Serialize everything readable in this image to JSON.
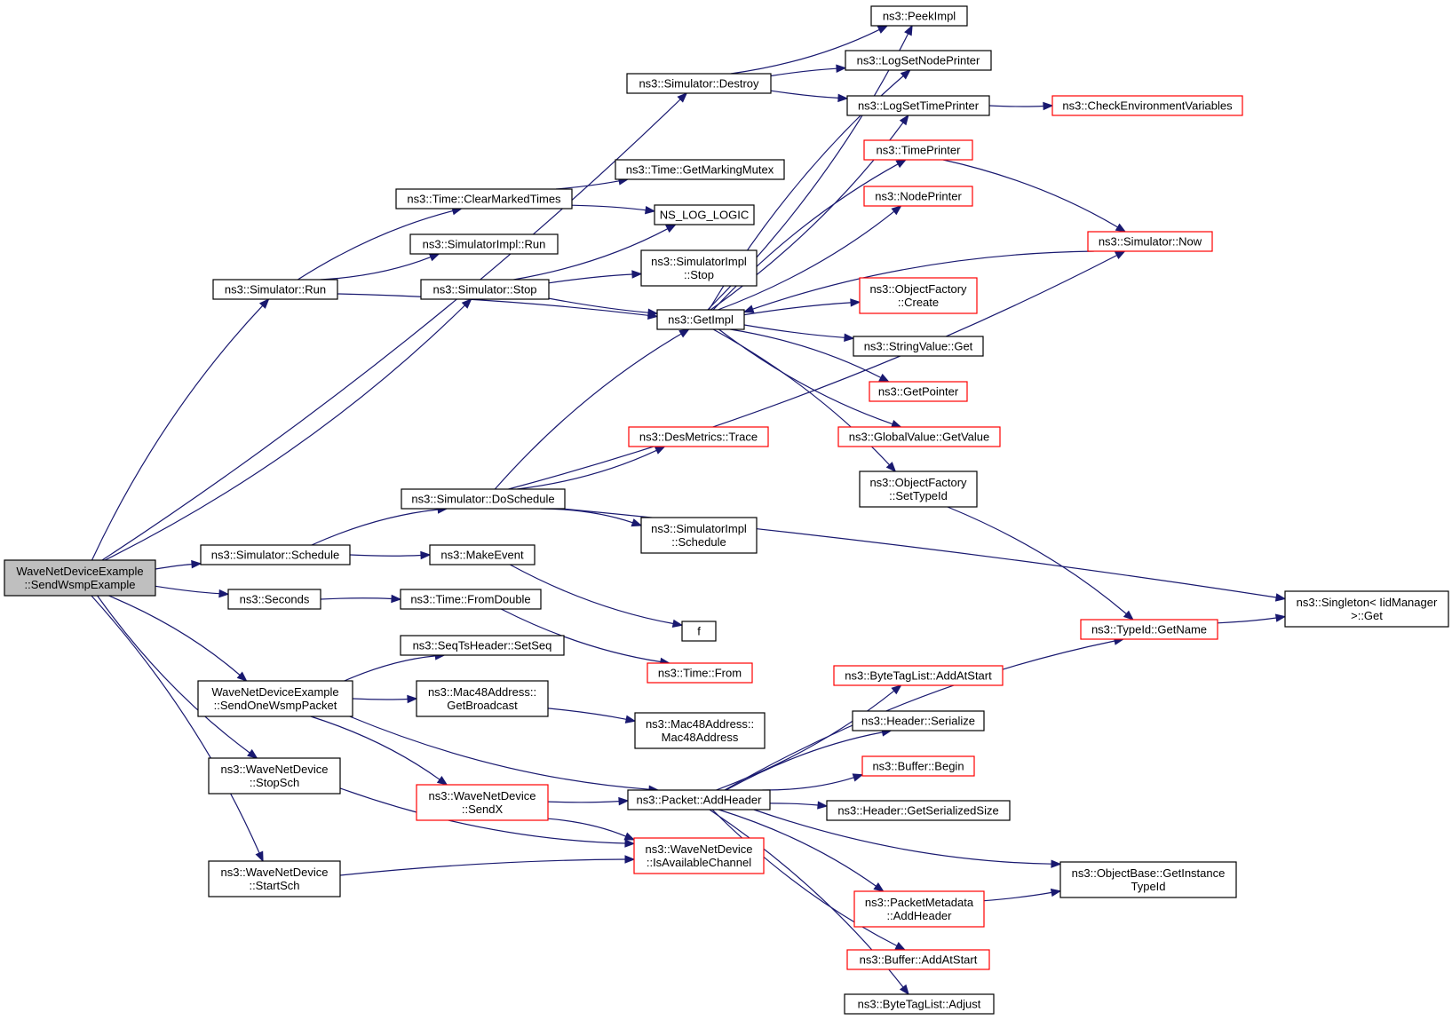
{
  "nodes": [
    {
      "id": "root",
      "lines": [
        "WaveNetDeviceExample",
        "::SendWsmpExample"
      ],
      "style": "root"
    },
    {
      "id": "n_schedule",
      "lines": [
        "ns3::Simulator::Schedule"
      ],
      "style": "normal"
    },
    {
      "id": "n_seconds",
      "lines": [
        "ns3::Seconds"
      ],
      "style": "normal"
    },
    {
      "id": "n_sendone",
      "lines": [
        "WaveNetDeviceExample",
        "::SendOneWsmpPacket"
      ],
      "style": "normal"
    },
    {
      "id": "n_stopsch",
      "lines": [
        "ns3::WaveNetDevice",
        "::StopSch"
      ],
      "style": "normal"
    },
    {
      "id": "n_startsch",
      "lines": [
        "ns3::WaveNetDevice",
        "::StartSch"
      ],
      "style": "normal"
    },
    {
      "id": "n_run",
      "lines": [
        "ns3::Simulator::Run"
      ],
      "style": "normal"
    },
    {
      "id": "n_destroy",
      "lines": [
        "ns3::Simulator::Destroy"
      ],
      "style": "normal"
    },
    {
      "id": "n_stop",
      "lines": [
        "ns3::Simulator::Stop"
      ],
      "style": "normal"
    },
    {
      "id": "n_clearmarked",
      "lines": [
        "ns3::Time::ClearMarkedTimes"
      ],
      "style": "normal"
    },
    {
      "id": "n_simimplrun",
      "lines": [
        "ns3::SimulatorImpl::Run"
      ],
      "style": "normal"
    },
    {
      "id": "n_doschedule",
      "lines": [
        "ns3::Simulator::DoSchedule"
      ],
      "style": "normal"
    },
    {
      "id": "n_makeevent",
      "lines": [
        "ns3::MakeEvent"
      ],
      "style": "normal"
    },
    {
      "id": "n_fromdouble",
      "lines": [
        "ns3::Time::FromDouble"
      ],
      "style": "normal"
    },
    {
      "id": "n_setseq",
      "lines": [
        "ns3::SeqTsHeader::SetSeq"
      ],
      "style": "normal"
    },
    {
      "id": "n_getbroadcast",
      "lines": [
        "ns3::Mac48Address::",
        "GetBroadcast"
      ],
      "style": "normal"
    },
    {
      "id": "n_sendx",
      "lines": [
        "ns3::WaveNetDevice",
        "::SendX"
      ],
      "style": "truncated"
    },
    {
      "id": "n_getmarkingmutex",
      "lines": [
        "ns3::Time::GetMarkingMutex"
      ],
      "style": "normal"
    },
    {
      "id": "n_nslog",
      "lines": [
        "NS_LOG_LOGIC"
      ],
      "style": "normal"
    },
    {
      "id": "n_simimplstop",
      "lines": [
        "ns3::SimulatorImpl",
        "::Stop"
      ],
      "style": "normal"
    },
    {
      "id": "n_getimpl",
      "lines": [
        "ns3::GetImpl"
      ],
      "style": "normal"
    },
    {
      "id": "n_destrace",
      "lines": [
        "ns3::DesMetrics::Trace"
      ],
      "style": "truncated"
    },
    {
      "id": "n_simimplschedule",
      "lines": [
        "ns3::SimulatorImpl",
        "::Schedule"
      ],
      "style": "normal"
    },
    {
      "id": "n_f",
      "lines": [
        "f"
      ],
      "style": "normal"
    },
    {
      "id": "n_timefrom",
      "lines": [
        "ns3::Time::From"
      ],
      "style": "truncated"
    },
    {
      "id": "n_mac48address",
      "lines": [
        "ns3::Mac48Address::",
        "Mac48Address"
      ],
      "style": "normal"
    },
    {
      "id": "n_addheader",
      "lines": [
        "ns3::Packet::AddHeader"
      ],
      "style": "normal"
    },
    {
      "id": "n_isavailable",
      "lines": [
        "ns3::WaveNetDevice",
        "::IsAvailableChannel"
      ],
      "style": "truncated"
    },
    {
      "id": "n_peekimpl",
      "lines": [
        "ns3::PeekImpl"
      ],
      "style": "normal"
    },
    {
      "id": "n_lognodeprinter",
      "lines": [
        "ns3::LogSetNodePrinter"
      ],
      "style": "normal"
    },
    {
      "id": "n_logtimeprinter",
      "lines": [
        "ns3::LogSetTimePrinter"
      ],
      "style": "normal"
    },
    {
      "id": "n_timeprinter",
      "lines": [
        "ns3::TimePrinter"
      ],
      "style": "truncated"
    },
    {
      "id": "n_nodeprinter",
      "lines": [
        "ns3::NodePrinter"
      ],
      "style": "truncated"
    },
    {
      "id": "n_ofcreate",
      "lines": [
        "ns3::ObjectFactory",
        "::Create"
      ],
      "style": "truncated"
    },
    {
      "id": "n_stringget",
      "lines": [
        "ns3::StringValue::Get"
      ],
      "style": "normal"
    },
    {
      "id": "n_getpointer",
      "lines": [
        "ns3::GetPointer"
      ],
      "style": "truncated"
    },
    {
      "id": "n_globalget",
      "lines": [
        "ns3::GlobalValue::GetValue"
      ],
      "style": "truncated"
    },
    {
      "id": "n_ofsettypeid",
      "lines": [
        "ns3::ObjectFactory",
        "::SetTypeId"
      ],
      "style": "normal"
    },
    {
      "id": "n_bytetagaddstart",
      "lines": [
        "ns3::ByteTagList::AddAtStart"
      ],
      "style": "truncated"
    },
    {
      "id": "n_headerserialize",
      "lines": [
        "ns3::Header::Serialize"
      ],
      "style": "normal"
    },
    {
      "id": "n_bufferbegin",
      "lines": [
        "ns3::Buffer::Begin"
      ],
      "style": "truncated"
    },
    {
      "id": "n_headersize",
      "lines": [
        "ns3::Header::GetSerializedSize"
      ],
      "style": "normal"
    },
    {
      "id": "n_pmaddheader",
      "lines": [
        "ns3::PacketMetadata",
        "::AddHeader"
      ],
      "style": "truncated"
    },
    {
      "id": "n_bufferaddstart",
      "lines": [
        "ns3::Buffer::AddAtStart"
      ],
      "style": "truncated"
    },
    {
      "id": "n_bytetagadjust",
      "lines": [
        "ns3::ByteTagList::Adjust"
      ],
      "style": "normal"
    },
    {
      "id": "n_checkenv",
      "lines": [
        "ns3::CheckEnvironmentVariables"
      ],
      "style": "truncated"
    },
    {
      "id": "n_simnow",
      "lines": [
        "ns3::Simulator::Now"
      ],
      "style": "truncated"
    },
    {
      "id": "n_typeidgetname",
      "lines": [
        "ns3::TypeId::GetName"
      ],
      "style": "truncated"
    },
    {
      "id": "n_singletonget",
      "lines": [
        "ns3::Singleton< IidManager",
        " >::Get"
      ],
      "style": "normal"
    },
    {
      "id": "n_objbasegettid",
      "lines": [
        "ns3::ObjectBase::GetInstance",
        "TypeId"
      ],
      "style": "normal"
    }
  ],
  "edges": [
    [
      "root",
      "n_destroy"
    ],
    [
      "root",
      "n_run"
    ],
    [
      "root",
      "n_stop"
    ],
    [
      "root",
      "n_schedule"
    ],
    [
      "root",
      "n_seconds"
    ],
    [
      "root",
      "n_sendone"
    ],
    [
      "root",
      "n_stopsch"
    ],
    [
      "root",
      "n_startsch"
    ],
    [
      "n_destroy",
      "n_peekimpl"
    ],
    [
      "n_destroy",
      "n_lognodeprinter"
    ],
    [
      "n_destroy",
      "n_logtimeprinter"
    ],
    [
      "n_run",
      "n_clearmarked"
    ],
    [
      "n_run",
      "n_simimplrun"
    ],
    [
      "n_run",
      "n_getimpl"
    ],
    [
      "n_clearmarked",
      "n_getmarkingmutex"
    ],
    [
      "n_clearmarked",
      "n_nslog"
    ],
    [
      "n_stop",
      "n_nslog"
    ],
    [
      "n_stop",
      "n_simimplstop"
    ],
    [
      "n_stop",
      "n_getimpl"
    ],
    [
      "n_schedule",
      "n_doschedule"
    ],
    [
      "n_schedule",
      "n_makeevent"
    ],
    [
      "n_doschedule",
      "n_getimpl"
    ],
    [
      "n_doschedule",
      "n_destrace"
    ],
    [
      "n_doschedule",
      "n_simimplschedule"
    ],
    [
      "n_doschedule",
      "n_simnow"
    ],
    [
      "n_doschedule",
      "n_singletonget"
    ],
    [
      "n_makeevent",
      "n_f"
    ],
    [
      "n_seconds",
      "n_fromdouble"
    ],
    [
      "n_fromdouble",
      "n_timefrom"
    ],
    [
      "n_sendone",
      "n_setseq"
    ],
    [
      "n_sendone",
      "n_getbroadcast"
    ],
    [
      "n_sendone",
      "n_sendx"
    ],
    [
      "n_sendone",
      "n_addheader"
    ],
    [
      "n_getbroadcast",
      "n_mac48address"
    ],
    [
      "n_sendx",
      "n_addheader"
    ],
    [
      "n_sendx",
      "n_isavailable"
    ],
    [
      "n_stopsch",
      "n_isavailable"
    ],
    [
      "n_startsch",
      "n_isavailable"
    ],
    [
      "n_getimpl",
      "n_peekimpl"
    ],
    [
      "n_getimpl",
      "n_lognodeprinter"
    ],
    [
      "n_getimpl",
      "n_logtimeprinter"
    ],
    [
      "n_getimpl",
      "n_timeprinter"
    ],
    [
      "n_getimpl",
      "n_nodeprinter"
    ],
    [
      "n_getimpl",
      "n_ofcreate"
    ],
    [
      "n_getimpl",
      "n_stringget"
    ],
    [
      "n_getimpl",
      "n_getpointer"
    ],
    [
      "n_getimpl",
      "n_globalget"
    ],
    [
      "n_getimpl",
      "n_ofsettypeid"
    ],
    [
      "n_logtimeprinter",
      "n_checkenv"
    ],
    [
      "n_timeprinter",
      "n_simnow"
    ],
    [
      "n_simnow",
      "n_getimpl"
    ],
    [
      "n_ofsettypeid",
      "n_typeidgetname"
    ],
    [
      "n_typeidgetname",
      "n_singletonget"
    ],
    [
      "n_addheader",
      "n_typeidgetname"
    ],
    [
      "n_addheader",
      "n_bytetagaddstart"
    ],
    [
      "n_addheader",
      "n_headerserialize"
    ],
    [
      "n_addheader",
      "n_bufferbegin"
    ],
    [
      "n_addheader",
      "n_headersize"
    ],
    [
      "n_addheader",
      "n_objbasegettid"
    ],
    [
      "n_addheader",
      "n_pmaddheader"
    ],
    [
      "n_addheader",
      "n_bufferaddstart"
    ],
    [
      "n_addheader",
      "n_bytetagadjust"
    ],
    [
      "n_pmaddheader",
      "n_objbasegettid"
    ]
  ],
  "colors": {
    "edge": "#191970",
    "truncated_border": "#ff0000",
    "normal_border": "#000000",
    "root_fill": "#bfbfbf"
  }
}
